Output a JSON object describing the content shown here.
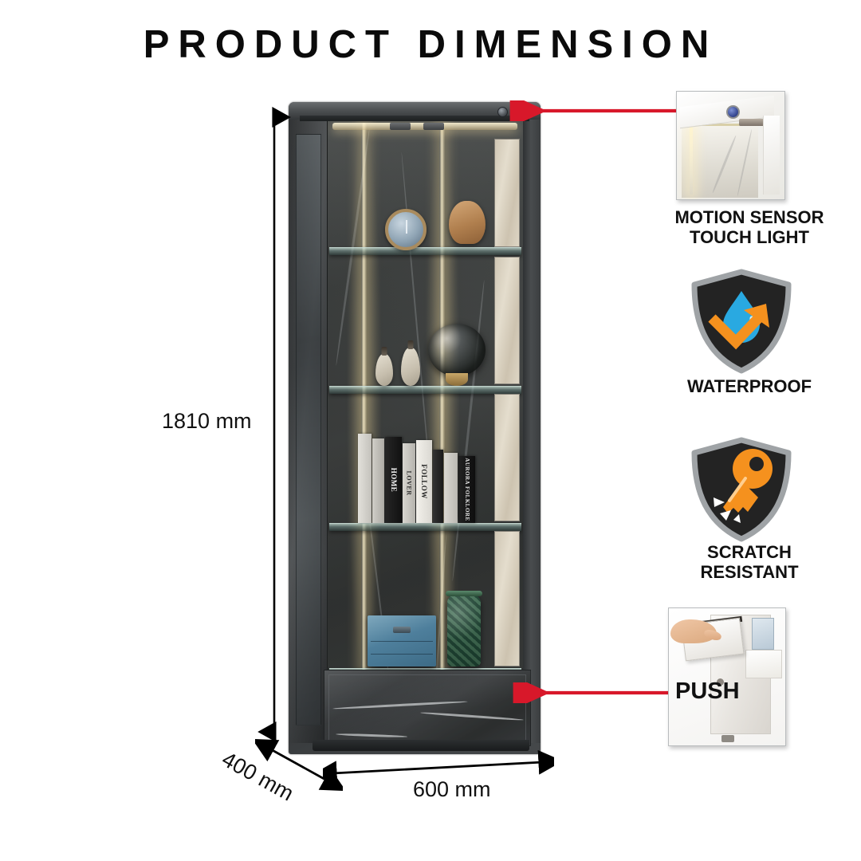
{
  "page": {
    "title": "PRODUCT DIMENSION",
    "background_color": "#ffffff"
  },
  "dimensions": {
    "height": {
      "label": "1810 mm",
      "value": 1810,
      "unit": "mm"
    },
    "depth": {
      "label": "400 mm",
      "value": 400,
      "unit": "mm"
    },
    "width": {
      "label": "600 mm",
      "value": 600,
      "unit": "mm"
    }
  },
  "features": [
    {
      "id": "motion-sensor",
      "label": "MOTION SENSOR\nTOUCH LIGHT",
      "type": "photo-thumbnail",
      "connector": "red-arrow",
      "connector_color": "#d8182a"
    },
    {
      "id": "waterproof",
      "label": "WATERPROOF",
      "type": "shield-badge",
      "icon": "water-droplet-arrow-shield-icon",
      "shield_color": "#232323",
      "shield_border_color": "#9fa3a6",
      "accent_color": "#f5911e",
      "droplet_color": "#29a9e1"
    },
    {
      "id": "scratch-resistant",
      "label": "SCRATCH\nRESISTANT",
      "type": "shield-badge",
      "icon": "key-scratch-shield-icon",
      "shield_color": "#232323",
      "shield_border_color": "#9fa3a6",
      "accent_color": "#f5911e"
    },
    {
      "id": "push",
      "label": "PUSH",
      "type": "photo-thumbnail",
      "connector": "red-arrow",
      "connector_color": "#d8182a"
    }
  ],
  "product": {
    "name": "glass display cabinet",
    "frame_color": "#3f4244",
    "interior_color": "#414443",
    "led_color": "#fff3cd",
    "mirror_panel_color": "#d8d0bf",
    "shelf_count": 4,
    "drawer_count": 1,
    "sensor_button": "motion-sensor-button",
    "books": [
      {
        "title": "",
        "spine_color": "#d2d0ca"
      },
      {
        "title": "",
        "spine_color": "#b9b7b1"
      },
      {
        "title": "HOME",
        "spine_color": "#1d1d1d",
        "text_color": "#ffffff"
      },
      {
        "title": "LOVER",
        "spine_color": "#c9c7c1"
      },
      {
        "title": "FOLLOW",
        "spine_color": "#eceae4"
      },
      {
        "title": "",
        "spine_color": "#2a2a2a"
      },
      {
        "title": "",
        "spine_color": "#cfcdc7"
      },
      {
        "title": "AURORA FOLKLORE",
        "spine_color": "#151515",
        "text_color": "#e8e8e8"
      }
    ],
    "decor": [
      "wall-clock",
      "seashell-ornament",
      "decorative-globe",
      "ceramic-vase-small",
      "ceramic-vase-tall",
      "blue-storage-box",
      "green-ceramic-jar"
    ]
  }
}
